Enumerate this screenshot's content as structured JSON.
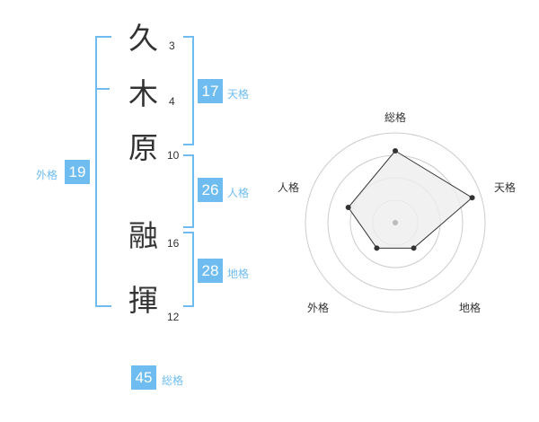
{
  "name": {
    "chars": [
      {
        "kanji": "久",
        "strokes": "3"
      },
      {
        "kanji": "木",
        "strokes": "4"
      },
      {
        "kanji": "原",
        "strokes": "10"
      },
      {
        "kanji": "融",
        "strokes": "16"
      },
      {
        "kanji": "揮",
        "strokes": "12"
      }
    ]
  },
  "fortune": {
    "tenkaku": {
      "value": "17",
      "label": "天格"
    },
    "jinkaku": {
      "value": "26",
      "label": "人格"
    },
    "chikaku": {
      "value": "28",
      "label": "地格"
    },
    "gaikaku": {
      "value": "19",
      "label": "外格"
    },
    "soukaku": {
      "value": "45",
      "label": "総格"
    }
  },
  "chart_data": {
    "type": "radar",
    "axes": [
      "総格",
      "天格",
      "地格",
      "外格",
      "人格"
    ],
    "values": [
      0.8,
      0.9,
      0.35,
      0.35,
      0.55
    ],
    "rings": 4,
    "colors": {
      "accent": "#6fbdf0",
      "fill": "#eeeeee",
      "line": "#333333",
      "ring": "#cccccc"
    }
  }
}
